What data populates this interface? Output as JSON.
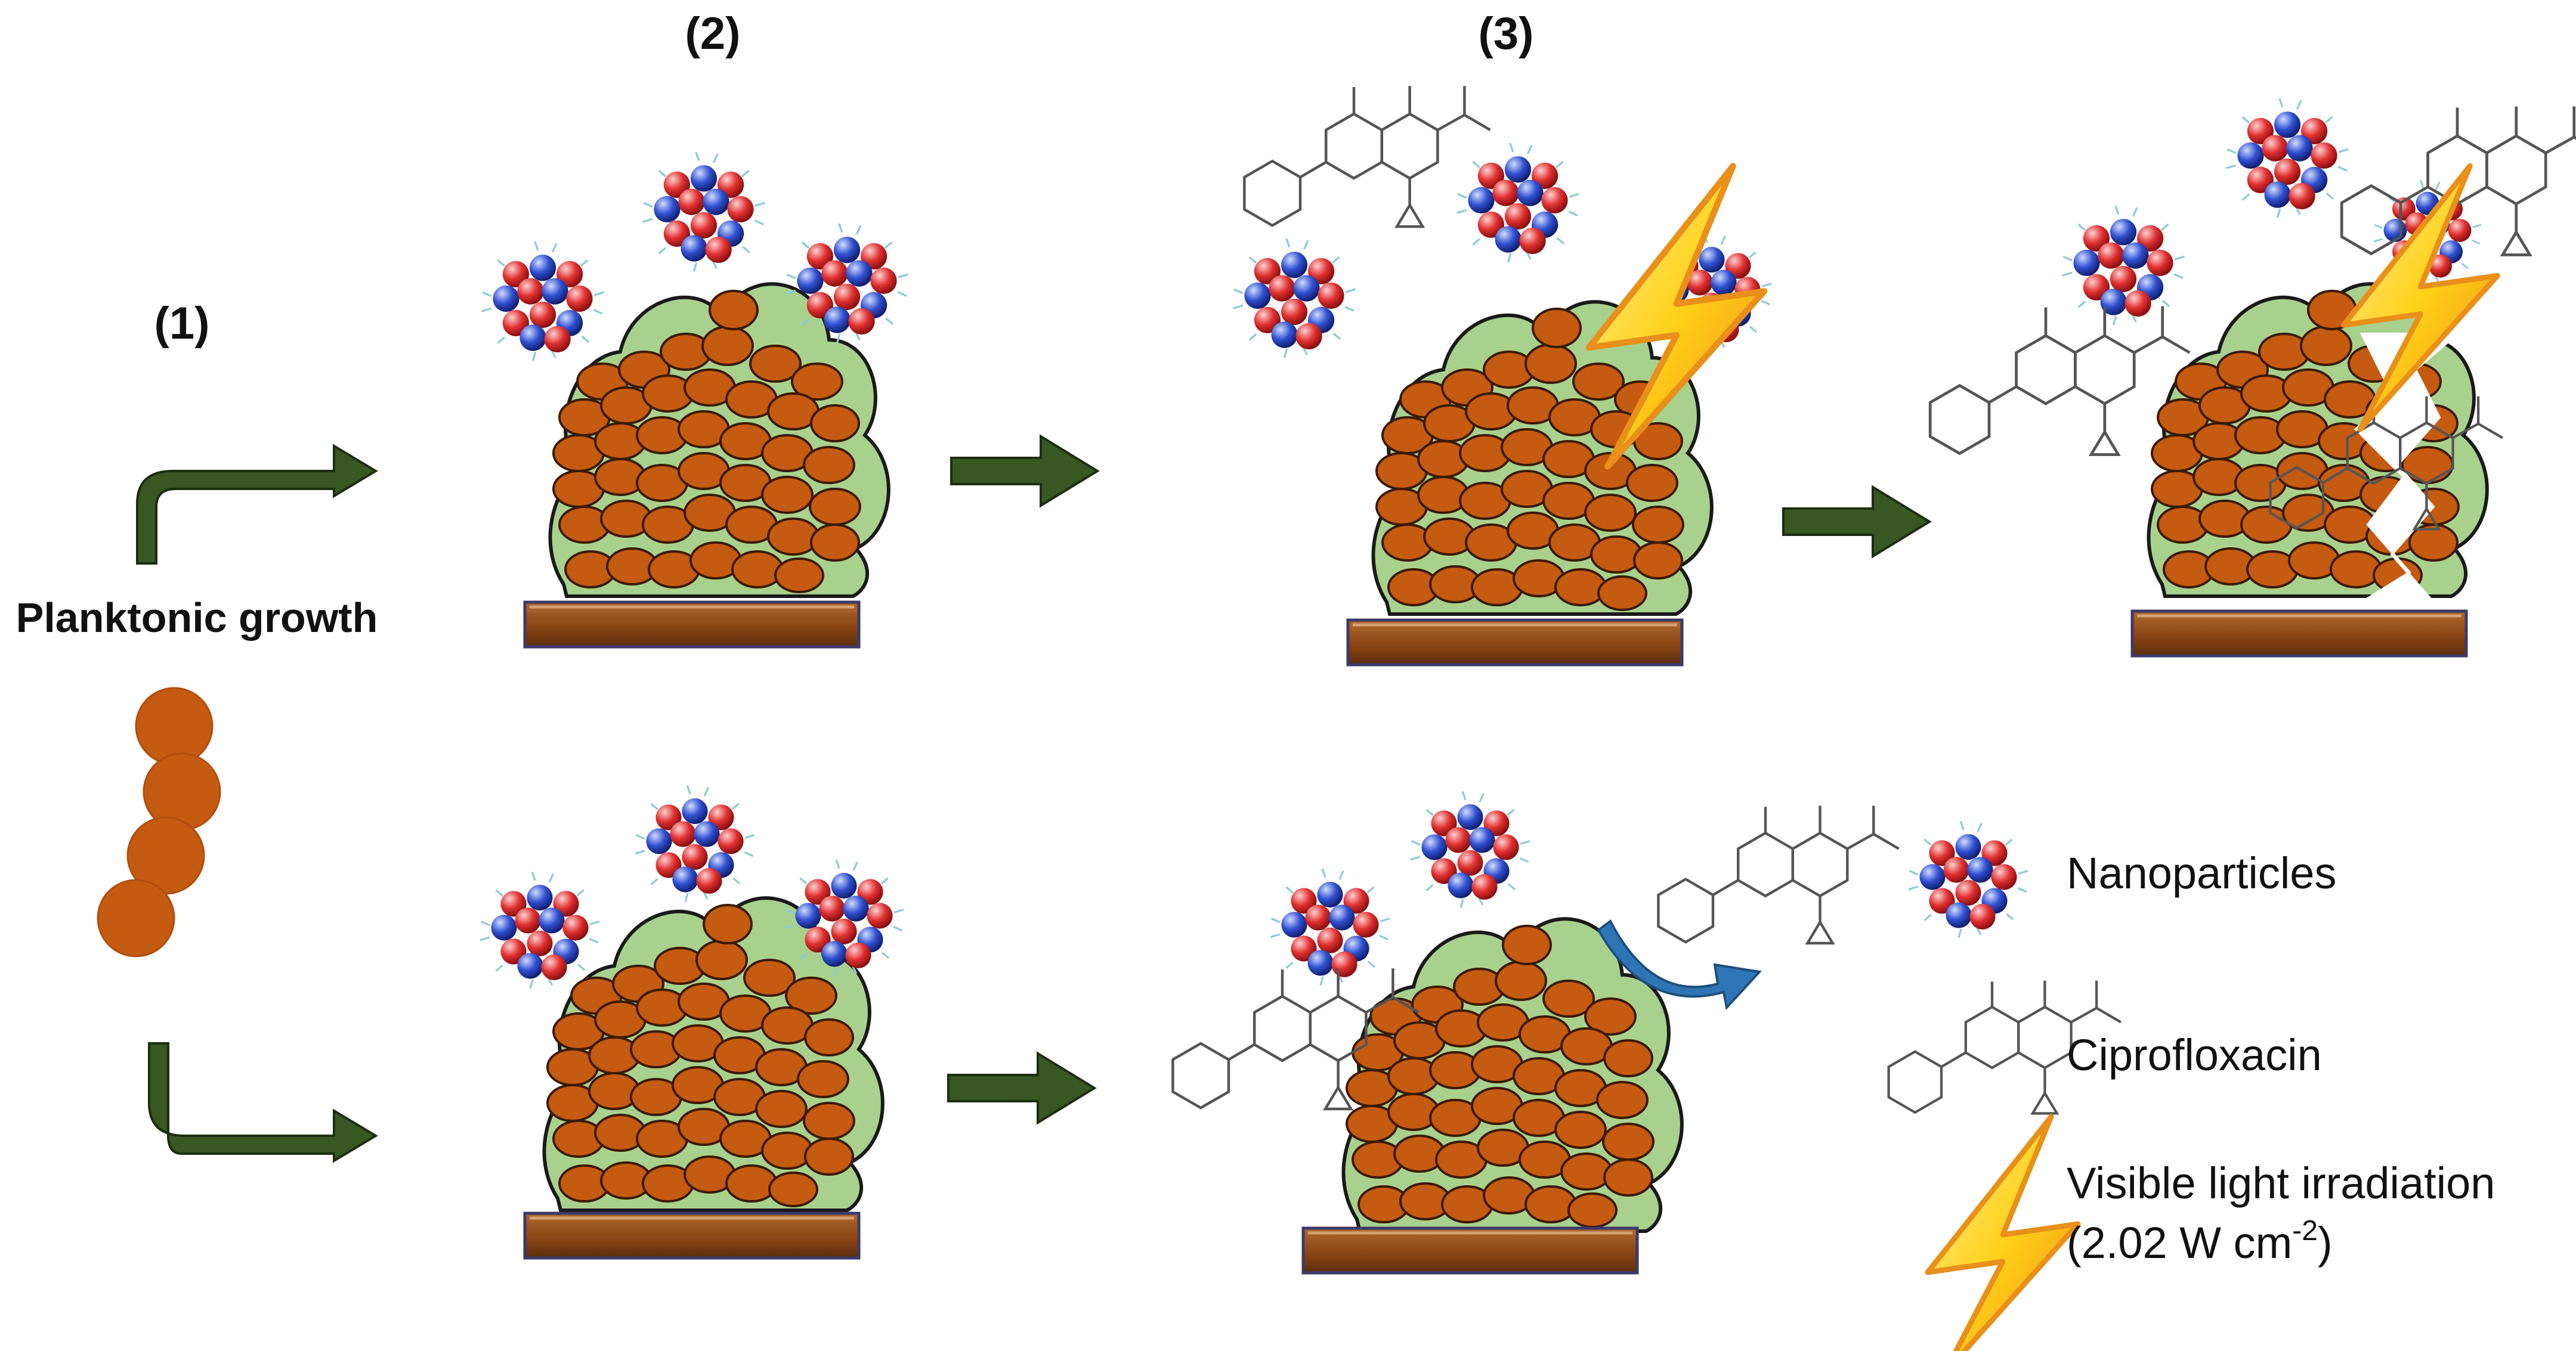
{
  "step_labels": [
    "(1)",
    "(2)",
    "(3)"
  ],
  "planktonic_label": "Planktonic growth",
  "legend": {
    "nanoparticles": "Nanoparticles",
    "ciprofloxacin": "Ciprofloxacin",
    "light_line1": "Visible light irradiation",
    "light_line2_prefix": "(2.02 W cm",
    "light_line2_exp": "-2",
    "light_line2_suffix": ")"
  },
  "colors": {
    "biofilm_green": "#a9d18e",
    "bacteria_orange": "#c55a11",
    "substrate_brown": "#8b4513",
    "arrow_green": "#385723",
    "release_arrow_blue": "#2e75b6",
    "lightning_yellow": "#ffd11a",
    "lightning_orange": "#f4a233",
    "nanoparticle_red": "#e03030",
    "nanoparticle_blue": "#3050d0"
  },
  "icons": [
    "nanoparticle-icon",
    "ciprofloxacin-icon",
    "lightning-icon",
    "biofilm-icon",
    "substrate-icon",
    "bacteria-cell-icon",
    "flow-arrow-icon",
    "release-arrow-icon"
  ]
}
